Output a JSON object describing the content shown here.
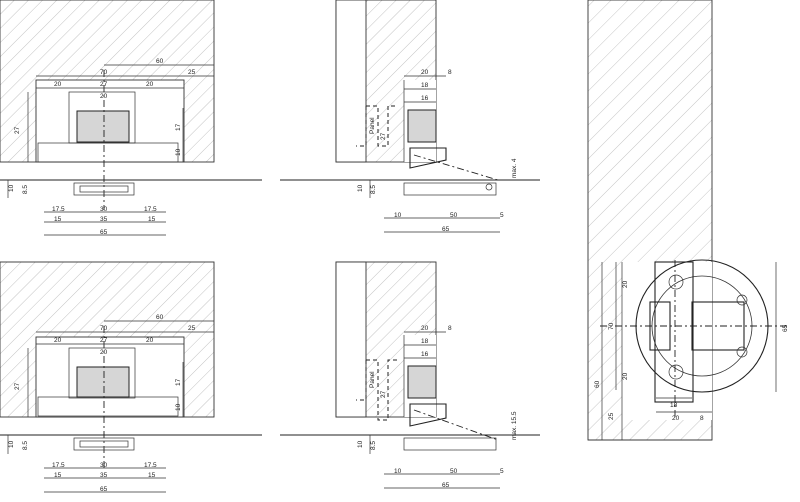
{
  "top_left": {
    "dims": [
      "60",
      "70",
      "25",
      "20",
      "27",
      "20",
      "20",
      "27",
      "17",
      "10",
      "10",
      "8.5",
      "17.5",
      "30",
      "17.5",
      "15",
      "35",
      "15",
      "65"
    ]
  },
  "bottom_left": {
    "dims": [
      "60",
      "70",
      "25",
      "20",
      "27",
      "20",
      "20",
      "27",
      "17",
      "10",
      "10",
      "8.5",
      "17.5",
      "30",
      "17.5",
      "15",
      "35",
      "15",
      "65"
    ]
  },
  "top_mid": {
    "panel_label": "Panel",
    "max_label": "max. 4",
    "dims": [
      "20",
      "8",
      "18",
      "16",
      "27",
      "10",
      "8.5",
      "10",
      "50",
      "5",
      "65"
    ]
  },
  "bottom_mid": {
    "panel_label": "Panel",
    "max_label": "max. 15.5",
    "dims": [
      "20",
      "8",
      "18",
      "16",
      "27",
      "10",
      "8.5",
      "10",
      "50",
      "5",
      "65"
    ]
  },
  "right": {
    "dims": [
      "20",
      "70",
      "20",
      "60",
      "25",
      "18",
      "20",
      "8",
      "65"
    ]
  }
}
